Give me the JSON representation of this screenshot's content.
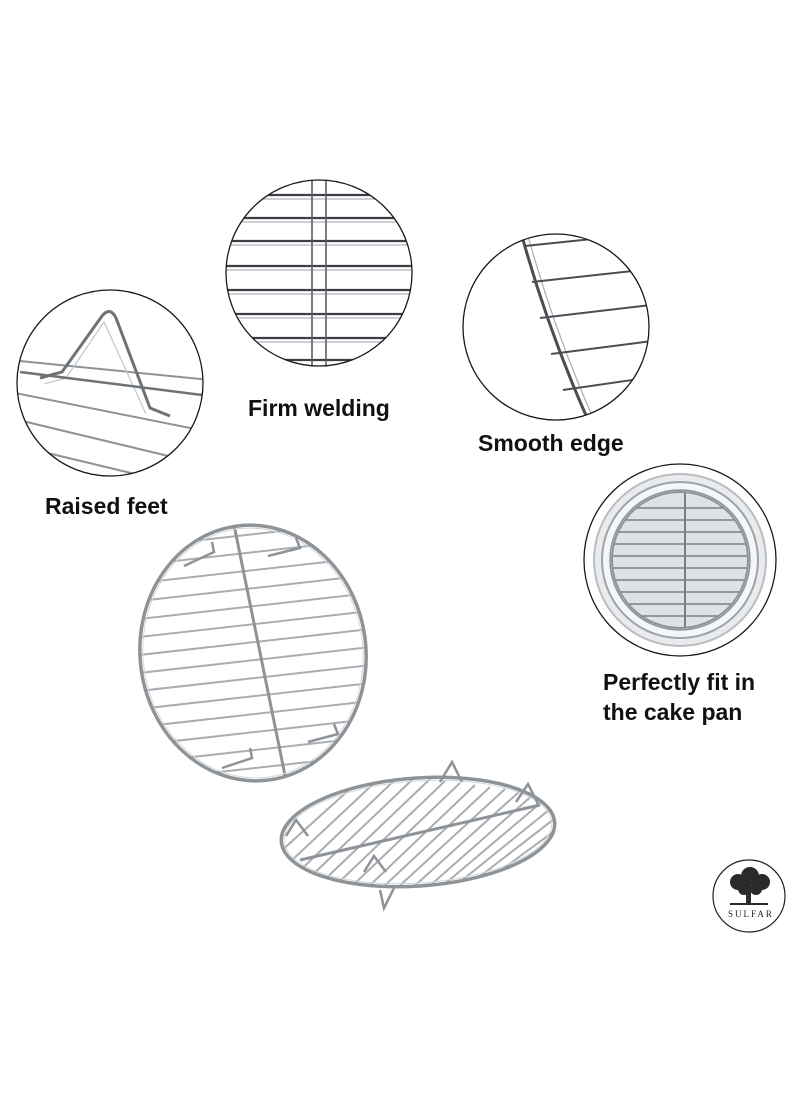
{
  "features": {
    "firm_welding": "Firm welding",
    "smooth_edge": "Smooth edge",
    "raised_feet": "Raised feet",
    "fit_line1": "Perfectly fit in",
    "fit_line2": "the cake pan"
  },
  "watermark": {
    "text": "SULFAR",
    "icon": "tree-logo-icon"
  },
  "colors": {
    "wire": "#b9bcc0",
    "wire_dark": "#7b7f84",
    "text": "#111111",
    "circle_outline": "#1a1a1a"
  }
}
